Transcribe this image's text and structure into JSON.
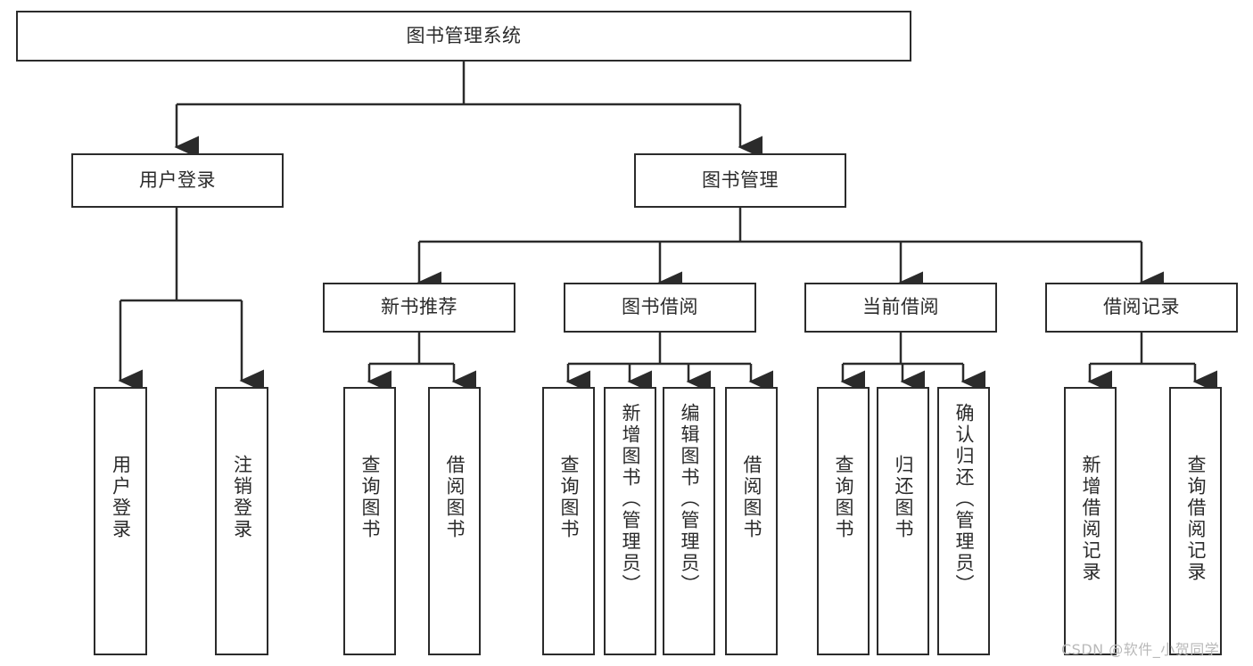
{
  "diagram": {
    "type": "tree-hierarchy",
    "title": "图书管理系统",
    "root": {
      "label": "图书管理系统"
    },
    "level2": [
      {
        "label": "用户登录"
      },
      {
        "label": "图书管理"
      }
    ],
    "level3": [
      {
        "label": "新书推荐"
      },
      {
        "label": "图书借阅"
      },
      {
        "label": "当前借阅"
      },
      {
        "label": "借阅记录"
      }
    ],
    "leaves": {
      "user_login": [
        {
          "label": "用户登录"
        },
        {
          "label": "注销登录"
        }
      ],
      "new_book_recommend": [
        {
          "label": "查询图书"
        },
        {
          "label": "借阅图书"
        }
      ],
      "book_borrow": [
        {
          "label": "查询图书"
        },
        {
          "label": "新增图书（管理员）"
        },
        {
          "label": "编辑图书（管理员）"
        },
        {
          "label": "借阅图书"
        }
      ],
      "current_borrow": [
        {
          "label": "查询图书"
        },
        {
          "label": "归还图书"
        },
        {
          "label": "确认归还（管理员）"
        }
      ],
      "borrow_record": [
        {
          "label": "新增借阅记录"
        },
        {
          "label": "查询借阅记录"
        }
      ]
    }
  },
  "watermark": {
    "text": "CSDN @软件_小贺同学"
  },
  "colors": {
    "stroke": "#2b2b2b",
    "background": "#ffffff",
    "text": "#2b2b2b",
    "watermark": "#b9b9b9"
  }
}
